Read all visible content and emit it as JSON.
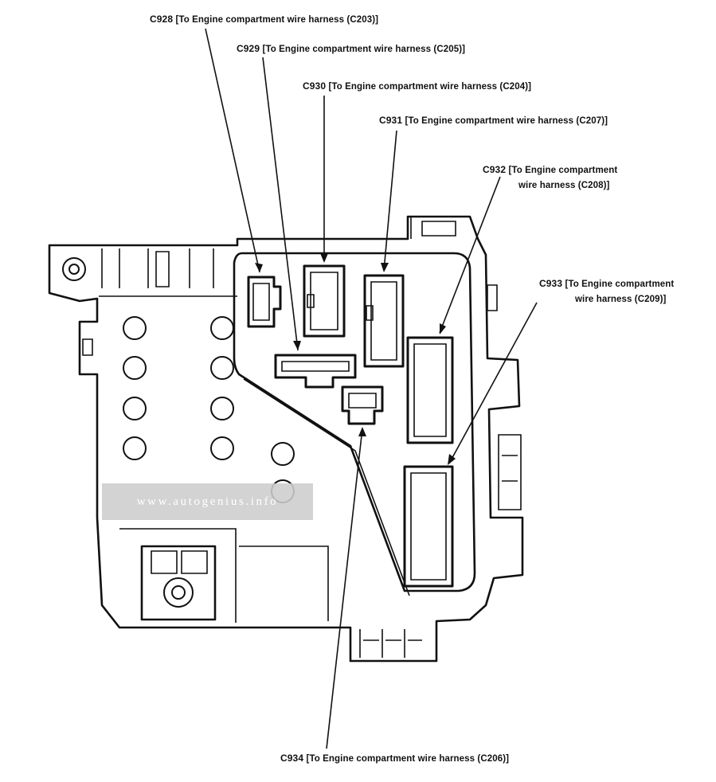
{
  "labels": {
    "c928": {
      "code": "C928",
      "text": "[To Engine compartment wire harness (C203)]"
    },
    "c929": {
      "code": "C929",
      "text": "[To Engine compartment wire harness (C205)]"
    },
    "c930": {
      "code": "C930",
      "text": "[To Engine compartment wire harness (C204)]"
    },
    "c931": {
      "code": "C931",
      "text": "[To Engine compartment wire harness (C207)]"
    },
    "c932": {
      "code": "C932",
      "line1": "[To Engine compartment",
      "line2": "wire harness (C208)]"
    },
    "c933": {
      "code": "C933",
      "line1": "[To Engine compartment",
      "line2": "wire harness (C209)]"
    },
    "c934": {
      "code": "C934",
      "text": "[To Engine compartment wire harness (C206)]"
    }
  },
  "watermark": "www.autogenius.info"
}
